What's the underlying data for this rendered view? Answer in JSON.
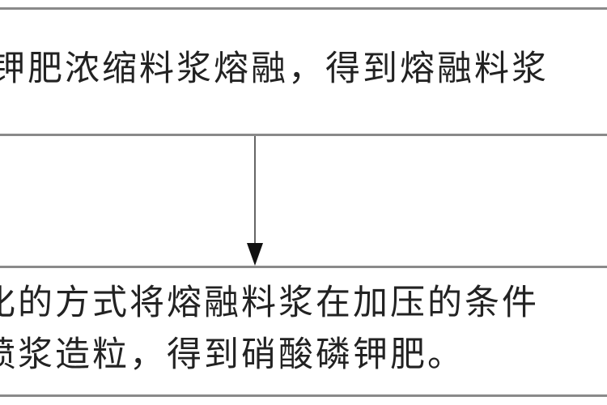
{
  "diagram": {
    "step1_text": "钾肥浓缩料浆熔融，得到熔融料浆",
    "step2_line1": "化的方式将熔融料浆在加压的条件",
    "step2_line2": "喷浆造粒，得到硝酸磷钾肥。",
    "line_color": "#8a8a8a",
    "arrow_color": "#111111"
  }
}
